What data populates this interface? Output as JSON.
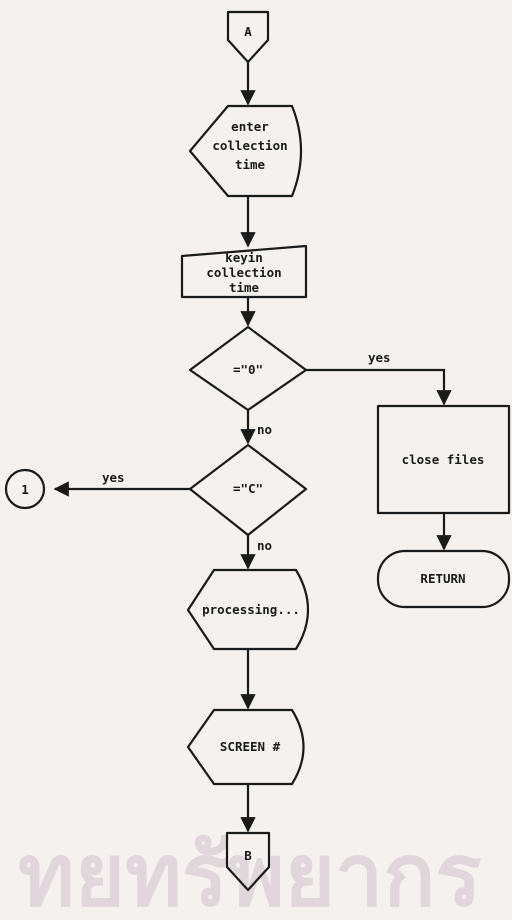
{
  "flowchart": {
    "start_connector": "A",
    "display_enter": [
      "enter",
      "collection",
      "time"
    ],
    "manual_input": [
      "keyin",
      "collection",
      "time"
    ],
    "decision_zero": "=\"0\"",
    "decision_c": "=\"C\"",
    "branch_yes_zero": "yes",
    "branch_no_zero": "no",
    "branch_yes_c": "yes",
    "branch_no_c": "no",
    "close_files": "close files",
    "return_label": "RETURN",
    "connector_1": "1",
    "processing": "processing...",
    "screen": "SCREEN #",
    "end_connector": "B"
  },
  "watermark": "ทยทรัพยากร"
}
